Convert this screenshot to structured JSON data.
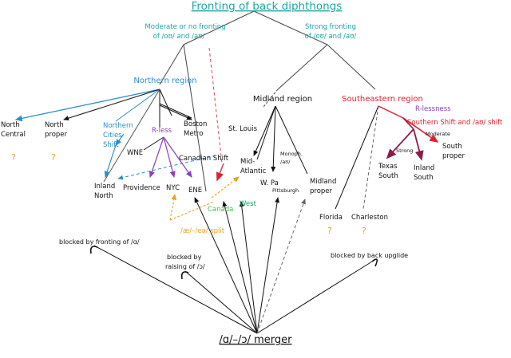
{
  "title": "Fronting of back diphthongs",
  "branches": {
    "moderate": "Moderate or no fronting",
    "moderate_2": "of /oʊ/ and /aʊ/",
    "strong": "Strong fronting",
    "strong_2": "of /oʊ/ and /aʊ/"
  },
  "regions": {
    "northern": "Northern region",
    "midland": "Midland region",
    "southeastern": "Southeastern region"
  },
  "northern": {
    "north_central": "North",
    "north_central_2": "Central",
    "north_proper": "North",
    "north_proper_2": "proper",
    "ncs": "Northern",
    "ncs_2": "Cities",
    "ncs_3": "Shift",
    "r_less": "R-less",
    "boston": "Boston",
    "boston_2": "Metro",
    "wne": "WNE",
    "inland_north": "Inland",
    "inland_north_2": "North",
    "providence": "Providence",
    "nyc": "NYC",
    "ene": "ENE",
    "unknown": "?"
  },
  "split": "/æ/–/eə/ split",
  "canadian_shift": "Canadian Shift",
  "canada": "Canada",
  "west": "West",
  "st_louis": "St. Louis",
  "midland": {
    "mid_atlantic": "Mid-",
    "mid_atlantic_2": "Atlantic",
    "monoph": "Monoph.",
    "monoph_2": "/aʊ/",
    "wpa": "W. Pa",
    "pittsburgh": "Pittsburgh",
    "midland_proper": "Midland",
    "midland_proper_2": "proper"
  },
  "southeastern": {
    "r_lessness": "R-lessness",
    "southern_shift": "Southern Shift and /aʊ/ shift",
    "moderate": "Moderate",
    "strong": "Strong",
    "texas": "Texas",
    "texas_2": "South",
    "inland_south": "Inland",
    "inland_south_2": "South",
    "south_proper": "South",
    "south_proper_2": "proper",
    "florida": "Florida",
    "charleston": "Charleston"
  },
  "blocked": {
    "fronting": "blocked by fronting of /ɑ/",
    "raising": "blocked by",
    "raising_2": "raising of /ɔ/",
    "upglide": "blocked by back upglide"
  },
  "merger": "/ɑ/–/ɔ/ merger",
  "colors": {
    "teal": "#1fa3a3",
    "blue": "#2b8fcc",
    "purple": "#8a3fbf",
    "red": "#e0202e",
    "maroon": "#8f1a4a",
    "orange": "#e8a21e",
    "green": "#3cc43c",
    "gray": "#666666"
  }
}
